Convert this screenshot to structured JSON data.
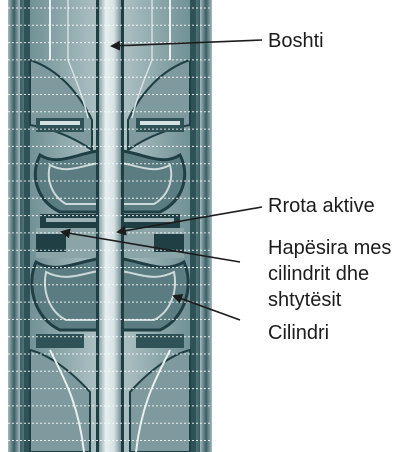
{
  "labels": {
    "shaft": "Boshti",
    "impeller": "Rrota aktive",
    "gap_line1": "Hapësira mes",
    "gap_line2": "cilindrit dhe",
    "gap_line3": "shtytësit",
    "cylinder": "Cilindri"
  },
  "colors": {
    "background": "#ffffff",
    "photo_base": "#b3c3c7",
    "casing": "#436a6e",
    "dark": "#1f3f44",
    "highlight": "#e9eff0",
    "grid": "#ffffff",
    "leader": "#1c1c1c",
    "text": "#1c1c1c"
  }
}
